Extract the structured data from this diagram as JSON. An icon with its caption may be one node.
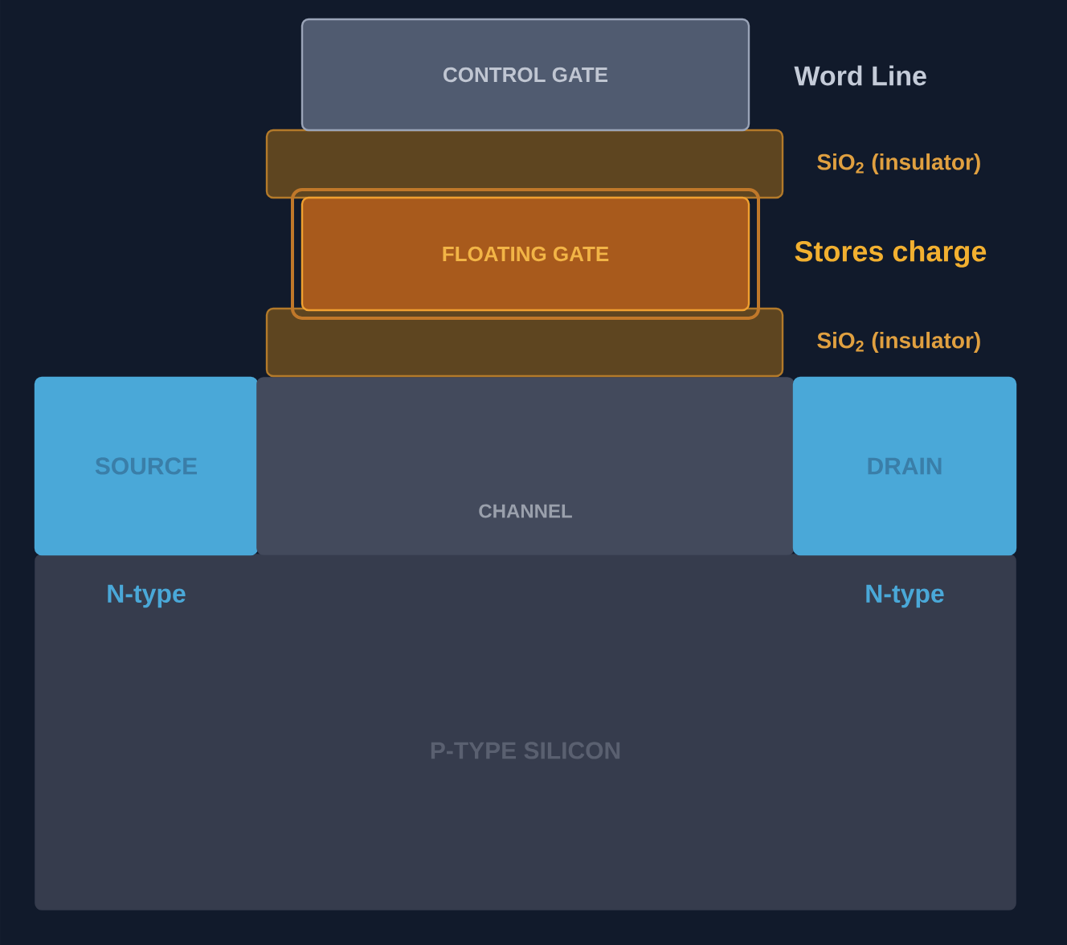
{
  "diagram": {
    "nodes": [
      {
        "text": [
          "CONTROL GATE"
        ],
        "beside": [
          "Word Line"
        ]
      },
      {
        "text": [],
        "shape": "bar",
        "beside": [
          "SiO$_{2}$ (insulator)"
        ]
      },
      {
        "text": [
          "FLOATING GATE"
        ],
        "beside": [
          "Stores charge"
        ]
      },
      {
        "text": [],
        "shape": "bar",
        "beside": [
          "SiO$_{2}$ (insulator)"
        ]
      },
      {
        "text": [
          "SOURCE"
        ]
      },
      {
        "text": [
          "CHANNEL"
        ]
      },
      {
        "text": [
          "DRAIN"
        ]
      },
      {
        "text": [
          "P-TYPE SILICON"
        ]
      }
    ],
    "edges": [],
    "labels": [
      "N-type",
      "N-type"
    ]
  }
}
